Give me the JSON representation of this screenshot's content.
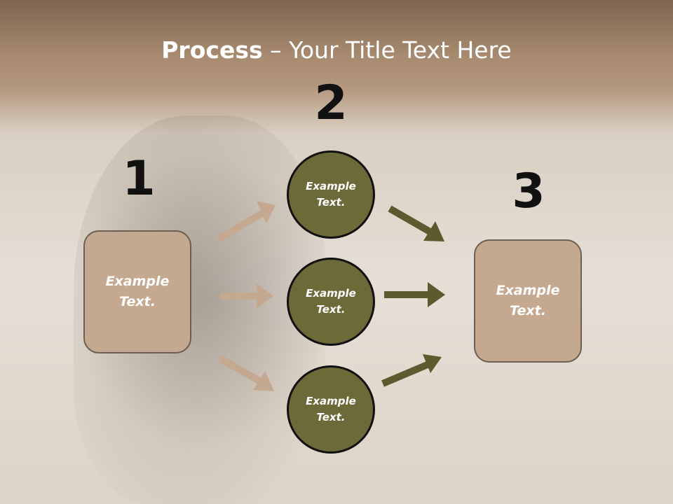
{
  "title": {
    "bold": "Process",
    "rest": " – Your Title Text Here"
  },
  "steps": {
    "one": "1",
    "two": "2",
    "three": "3"
  },
  "left_box": {
    "text": "Example Text."
  },
  "right_box": {
    "text": "Example Text."
  },
  "circles": [
    {
      "text": "Example Text."
    },
    {
      "text": "Example Text."
    },
    {
      "text": "Example Text."
    }
  ],
  "colors": {
    "tan_arrow": "#c4a88f",
    "olive_arrow": "#5c5a2e",
    "circle_fill": "#6b6a38",
    "box_fill": "#c4a88f"
  }
}
